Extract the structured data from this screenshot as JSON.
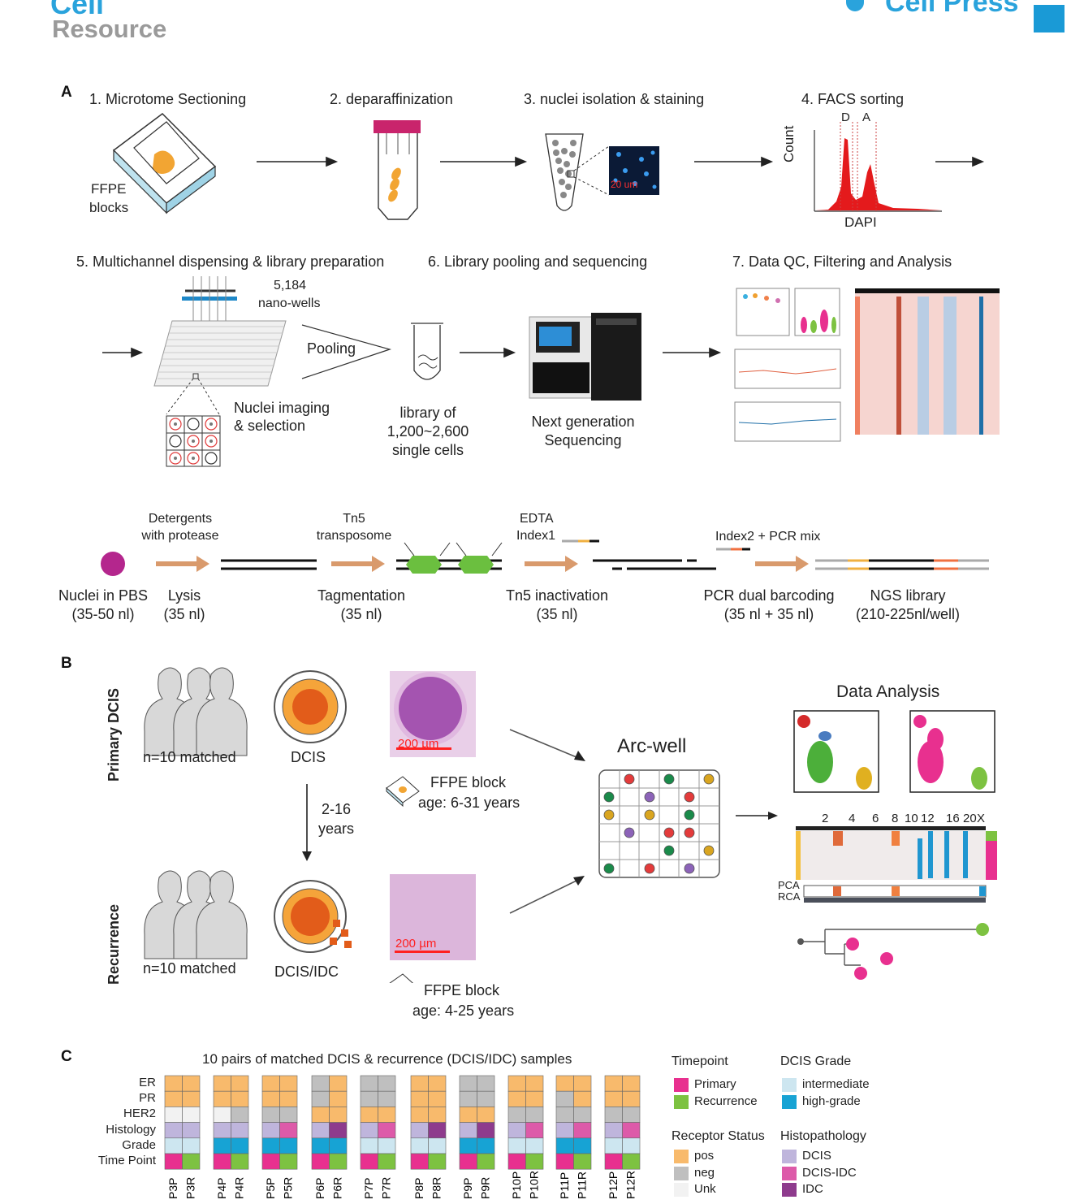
{
  "header": {
    "journal": "Cell",
    "article_type": "Resource",
    "publisher": "Cell Press"
  },
  "panelA": {
    "label": "A",
    "steps": {
      "s1": "1.  Microtome Sectioning",
      "s2": "2. deparaffinization",
      "s3": "3. nuclei isolation & staining",
      "s4": "4. FACS sorting",
      "s5": "5. Multichannel dispensing & library preparation",
      "s6": "6. Library pooling and sequencing",
      "s7": "7. Data QC, Filtering and Analysis"
    },
    "ffpe_label_1": "FFPE",
    "ffpe_label_2": "blocks",
    "scale_bar": "20 um",
    "facs": {
      "ylabel": "Count",
      "xlabel": "DAPI",
      "gate_d": "D",
      "gate_a": "A"
    },
    "wells_1": "5,184",
    "wells_2": "nano-wells",
    "pooling": "Pooling",
    "imaging_1": "Nuclei imaging",
    "imaging_2": "& selection",
    "library_1": "library of",
    "library_2": "1,200~2,600",
    "library_3": "single cells",
    "ngs_1": "Next generation",
    "ngs_2": "Sequencing",
    "workflow": {
      "reagent_1a": "Detergents",
      "reagent_1b": "with protease",
      "reagent_2a": "Tn5",
      "reagent_2b": "transposome",
      "reagent_3a": "EDTA",
      "reagent_3b": "Index1",
      "reagent_4": "Index2 + PCR mix",
      "stages": [
        {
          "name": "Nuclei in PBS",
          "vol": "(35-50 nl)"
        },
        {
          "name": "Lysis",
          "vol": "(35 nl)"
        },
        {
          "name": "Tagmentation",
          "vol": "(35 nl)"
        },
        {
          "name": "Tn5 inactivation",
          "vol": "(35 nl)"
        },
        {
          "name": "PCR dual barcoding",
          "vol": "(35 nl + 35 nl)"
        },
        {
          "name": "NGS library",
          "vol": "(210-225nl/well)"
        }
      ]
    }
  },
  "panelB": {
    "label": "B",
    "row_primary": "Primary DCIS",
    "row_recurrence": "Recurrence",
    "n_primary": "n=10 matched",
    "n_recurrence": "n=10 matched",
    "dcis": "DCIS",
    "dcis_idc": "DCIS/IDC",
    "interval_1": "2-16",
    "interval_2": "years",
    "scale_1": "200 µm",
    "scale_2": "200 µm",
    "ffpe_1": "FFPE block",
    "age_1": "age: 6-31 years",
    "ffpe_2": "FFPE block",
    "age_2": "age: 4-25 years",
    "arcwell": "Arc-well",
    "data_analysis": "Data Analysis",
    "chrom_labels": [
      "2",
      "4",
      "6",
      "8",
      "10",
      "12",
      "16",
      "20",
      "X"
    ],
    "pca": "PCA",
    "rca": "RCA"
  },
  "panelC": {
    "label": "C",
    "title": "10 pairs of matched DCIS & recurrence (DCIS/IDC) samples",
    "row_labels": [
      "ER",
      "PR",
      "HER2",
      "Histology",
      "Grade",
      "Time Point"
    ],
    "pairs": [
      {
        "p": "P3P",
        "r": "P3R"
      },
      {
        "p": "P4P",
        "r": "P4R"
      },
      {
        "p": "P5P",
        "r": "P5R"
      },
      {
        "p": "P6P",
        "r": "P6R"
      },
      {
        "p": "P7P",
        "r": "P7R"
      },
      {
        "p": "P8P",
        "r": "P8R"
      },
      {
        "p": "P9P",
        "r": "P9R"
      },
      {
        "p": "P10P",
        "r": "P10R"
      },
      {
        "p": "P11P",
        "r": "P11R"
      },
      {
        "p": "P12P",
        "r": "P12R"
      }
    ],
    "legend": {
      "timepoint": {
        "title": "Timepoint",
        "items": [
          {
            "label": "Primary",
            "color": "#e8308f"
          },
          {
            "label": "Recurrence",
            "color": "#7dc241"
          }
        ]
      },
      "grade": {
        "title": "DCIS Grade",
        "items": [
          {
            "label": "intermediate",
            "color": "#cde6f0"
          },
          {
            "label": "high-grade",
            "color": "#17a3d4"
          }
        ]
      },
      "receptor": {
        "title": "Receptor Status",
        "items": [
          {
            "label": "pos",
            "color": "#f8ba6c"
          },
          {
            "label": "neg",
            "color": "#bfbfbf"
          },
          {
            "label": "Unk",
            "color": "#f2f2f2"
          }
        ]
      },
      "histo": {
        "title": "Histopathology",
        "items": [
          {
            "label": "DCIS",
            "color": "#bfb5dc"
          },
          {
            "label": "DCIS-IDC",
            "color": "#dd5aa9"
          },
          {
            "label": "IDC",
            "color": "#8e3b8d"
          }
        ]
      }
    }
  }
}
